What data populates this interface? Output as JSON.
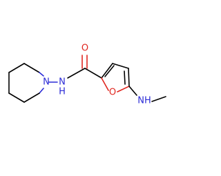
{
  "molecule": {
    "atoms": {
      "n_ring": "N",
      "nh_amide": "N",
      "h_amide": "H",
      "o_carbonyl": "O",
      "o_furan": "O",
      "nh_amine": "NH"
    }
  },
  "colors": {
    "carbon_bond": "#000000",
    "nitrogen": "#2a2ad6",
    "oxygen": "#e0261f"
  }
}
